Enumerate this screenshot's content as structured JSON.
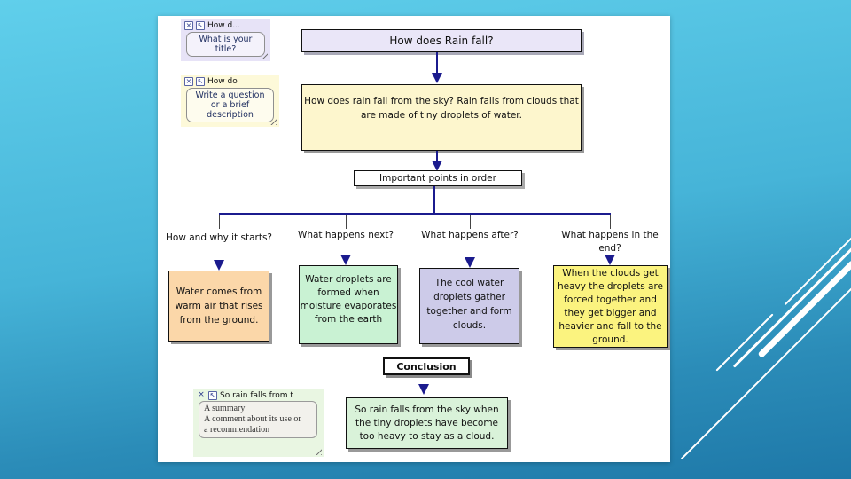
{
  "slide": {
    "bg_top_color": "#60cfeb",
    "bg_bottom_color": "#1e78a8",
    "streak_color": "#ffffff"
  },
  "icons": {
    "close_glyph": "×",
    "restore_glyph": "↖"
  },
  "notes": {
    "title_note": {
      "window_title": "How d...",
      "tooltip": "What is your title?",
      "style": "background:#e7e3f7"
    },
    "question_note": {
      "window_title": "How do",
      "tooltip": "Write a question or a brief description",
      "style": "background:#fdf9d9"
    },
    "summary_note": {
      "window_title": "So rain falls from t",
      "lines": [
        "A summary",
        "A comment about its use or",
        "a recommendation"
      ],
      "style": "background:#e9f6e2"
    }
  },
  "flowchart": {
    "arrow_color": "#1b1b8e",
    "title_box": {
      "text": "How does Rain fall?",
      "style": "background:#eae6f8"
    },
    "question_box": {
      "text": "How does rain fall from the sky? Rain falls from clouds that are made of tiny droplets of water.",
      "style": "background:#fdf6cd"
    },
    "points_header": {
      "text": "Important points in order",
      "style": "background:#ffffff"
    },
    "branches": [
      {
        "label": "How and why it starts?",
        "text": "Water comes from warm air that rises from the ground.",
        "style": "background:#fbd7a9"
      },
      {
        "label": "What happens next?",
        "text": "Water droplets are formed when moisture evaporates from the earth",
        "style": "background:#c9f2d3"
      },
      {
        "label": "What happens after?",
        "text": "The cool water droplets gather together and form clouds.",
        "style": "background:#cdcbe9"
      },
      {
        "label": "What happens in the end?",
        "text": "When the clouds get heavy the droplets are forced together and they get bigger and heavier and fall to the ground.",
        "style": "background:#fbf37f"
      }
    ],
    "conclusion_label": "Conclusion",
    "conclusion_box": {
      "text": "So rain falls from the sky when the tiny droplets have become too heavy to stay as a cloud.",
      "style": "background:#d9f2d9"
    }
  }
}
